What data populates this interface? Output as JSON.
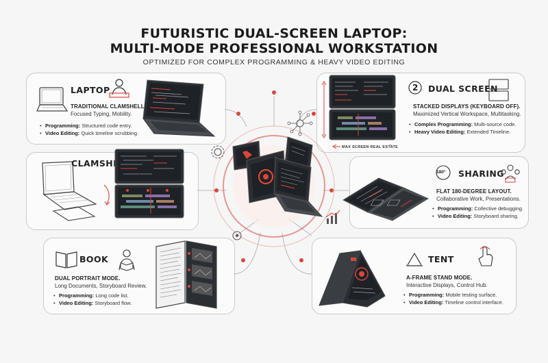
{
  "header": {
    "title_line1": "FUTURISTIC DUAL-SCREEN LAPTOP:",
    "title_line2": "MULTI-MODE PROFESSIONAL WORKSTATION",
    "subtitle": "OPTIMIZED FOR COMPLEX PROGRAMMING & HEAVY VIDEO EDITING"
  },
  "modes": {
    "laptop": {
      "label": "LAPTOP",
      "heading": "TRADITIONAL CLAMSHELL.",
      "desc": "Focused Typing, Mobility.",
      "bullets": [
        {
          "key": "Programming:",
          "text": " Structured code entry."
        },
        {
          "key": "Video Editing:",
          "text": " Quick timeline scrubbing."
        }
      ]
    },
    "dual": {
      "number": "2",
      "label": "DUAL SCREEN",
      "heading": "STACKED DISPLAYS (KEYBOARD OFF).",
      "desc": "Maximized Vertical Workspace, Multitasking.",
      "bullets": [
        {
          "key": "Complex Programming:",
          "text": " Multi-source code."
        },
        {
          "key": "Heavy Video Editing:",
          "text": " Extended Timeline."
        }
      ],
      "caption": "MAX SCREEN REAL ESTATE"
    },
    "clamshell": {
      "label": "CLAMSHELL"
    },
    "sharing": {
      "badge": "180°",
      "label": "SHARING",
      "heading": "FLAT 180-DEGREE LAYOUT.",
      "desc": "Collaborative Work, Presentations.",
      "bullets": [
        {
          "key": "Programming:",
          "text": " Collective debugging."
        },
        {
          "key": "Video Editing:",
          "text": " Storyboard sharing."
        }
      ]
    },
    "book": {
      "label": "BOOK",
      "heading": "DUAL PORTRAIT MODE.",
      "desc": "Long Documents, Storyboard Review.",
      "bullets": [
        {
          "key": "Programming:",
          "text": " Long code list."
        },
        {
          "key": "Video Editing:",
          "text": " Storyboard flow."
        }
      ]
    },
    "tent": {
      "label": "TENT",
      "heading": "A-FRAME STAND MODE.",
      "desc": "Interactive Displays, Control Hub.",
      "bullets": [
        {
          "key": "Programming:",
          "text": " Mobile testing surface."
        },
        {
          "key": "Video Editing:",
          "text": " Timeline control interface."
        }
      ]
    }
  },
  "colors": {
    "accent_red": "#d9473c",
    "screen_dark": "#2b2e33",
    "outline": "#444444",
    "card_border": "#c9c9c9"
  }
}
